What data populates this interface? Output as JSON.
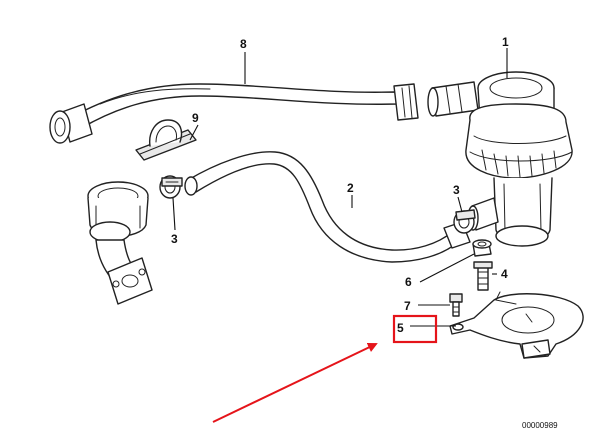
{
  "callouts": {
    "c1": "1",
    "c2": "2",
    "c3a": "3",
    "c3b": "3",
    "c4": "4",
    "c5": "5",
    "c6": "6",
    "c7": "7",
    "c8": "8",
    "c9": "9"
  },
  "reference_code": "00000989",
  "highlight": {
    "box_color": "#e5141a",
    "arrow_color": "#e5141a"
  }
}
